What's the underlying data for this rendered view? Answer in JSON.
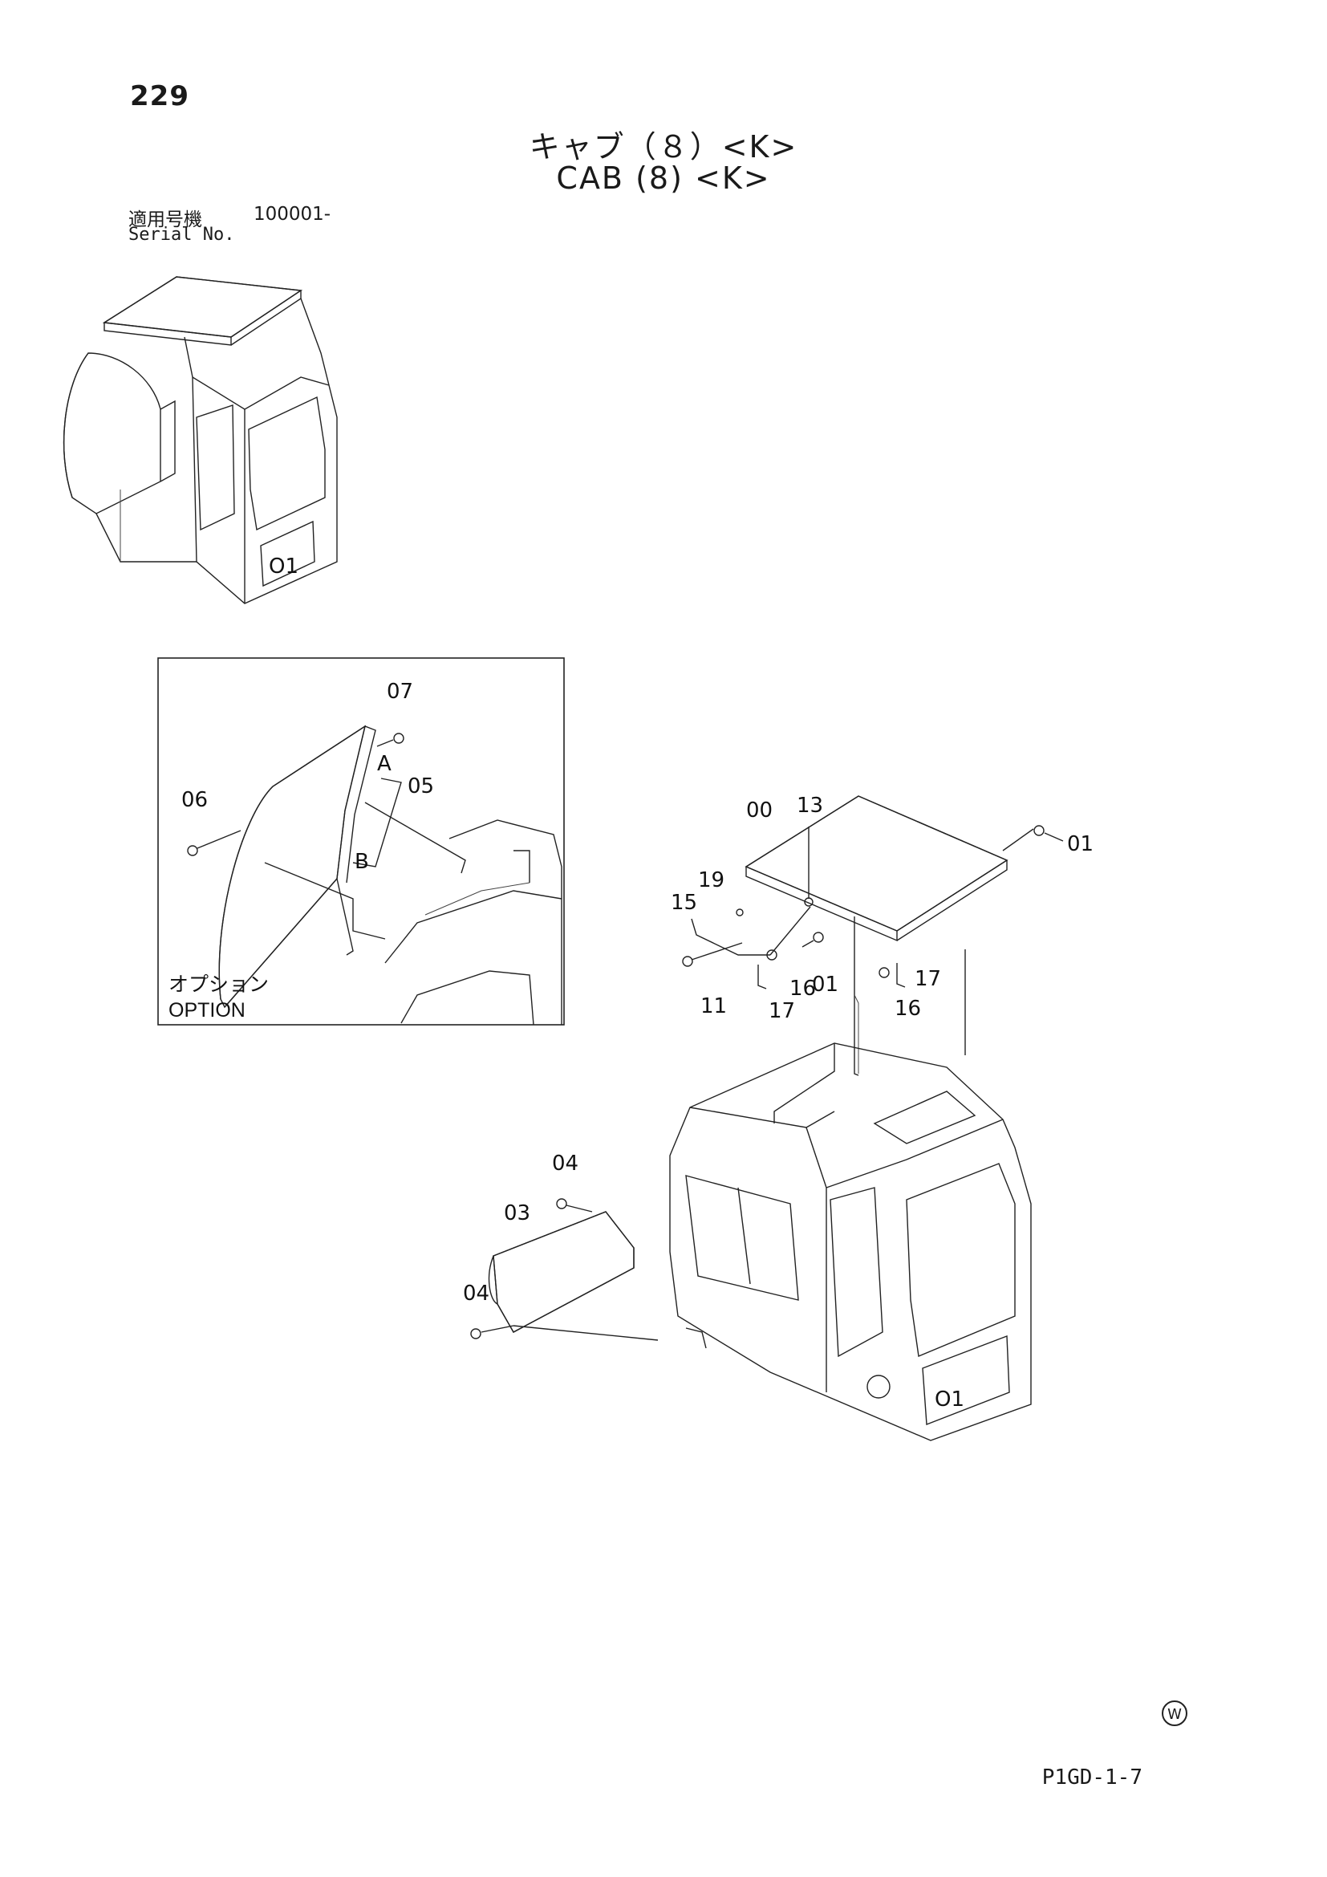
{
  "header": {
    "page_number": "229",
    "title_jp": "キャブ（８）<K>",
    "title_en": "CAB (8) <K>",
    "serial_label_jp": "適用号機",
    "serial_value": "100001-",
    "serial_label_en": "Serial No."
  },
  "option_box": {
    "label_jp": "オプション",
    "label_en": "OPTION",
    "callouts": [
      "07",
      "A",
      "05",
      "06",
      "B"
    ]
  },
  "main_callouts": [
    "00",
    "13",
    "01",
    "19",
    "15",
    "01",
    "11",
    "16",
    "17",
    "16",
    "17",
    "04",
    "03",
    "04"
  ],
  "footer": {
    "symbol": "W",
    "doc_code": "P1GD-1-7"
  }
}
